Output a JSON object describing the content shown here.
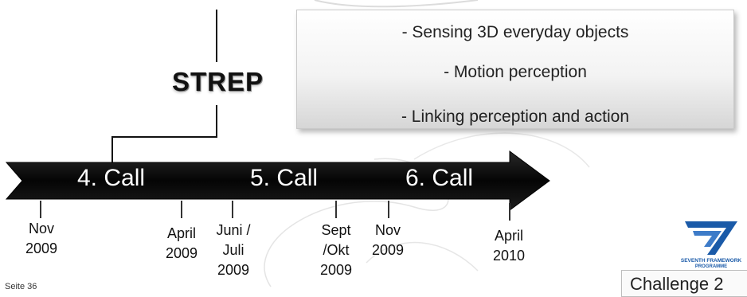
{
  "strep": {
    "label": "STREP"
  },
  "info_box": {
    "lines": [
      "- Sensing 3D everyday objects",
      "- Motion perception",
      "- Linking perception and action"
    ]
  },
  "calls": [
    "4. Call",
    "5. Call",
    "6. Call"
  ],
  "dates": [
    {
      "lines": [
        "Nov",
        "2009"
      ]
    },
    {
      "lines": [
        "April",
        "2009"
      ]
    },
    {
      "lines": [
        "Juni /",
        "Juli",
        "2009"
      ]
    },
    {
      "lines": [
        "Sept",
        "/Okt",
        "2009"
      ]
    },
    {
      "lines": [
        "Nov",
        "2009"
      ]
    },
    {
      "lines": [
        "April",
        "2010"
      ]
    }
  ],
  "footer": {
    "page": "Seite 36"
  },
  "challenge": {
    "label": "Challenge 2"
  },
  "logo": {
    "line1": "SEVENTH FRAMEWORK",
    "line2": "PROGRAMME",
    "color": "#1a5aa8"
  },
  "colors": {
    "arrow": "#0b0b0b",
    "text_on_arrow": "#ffffff"
  }
}
